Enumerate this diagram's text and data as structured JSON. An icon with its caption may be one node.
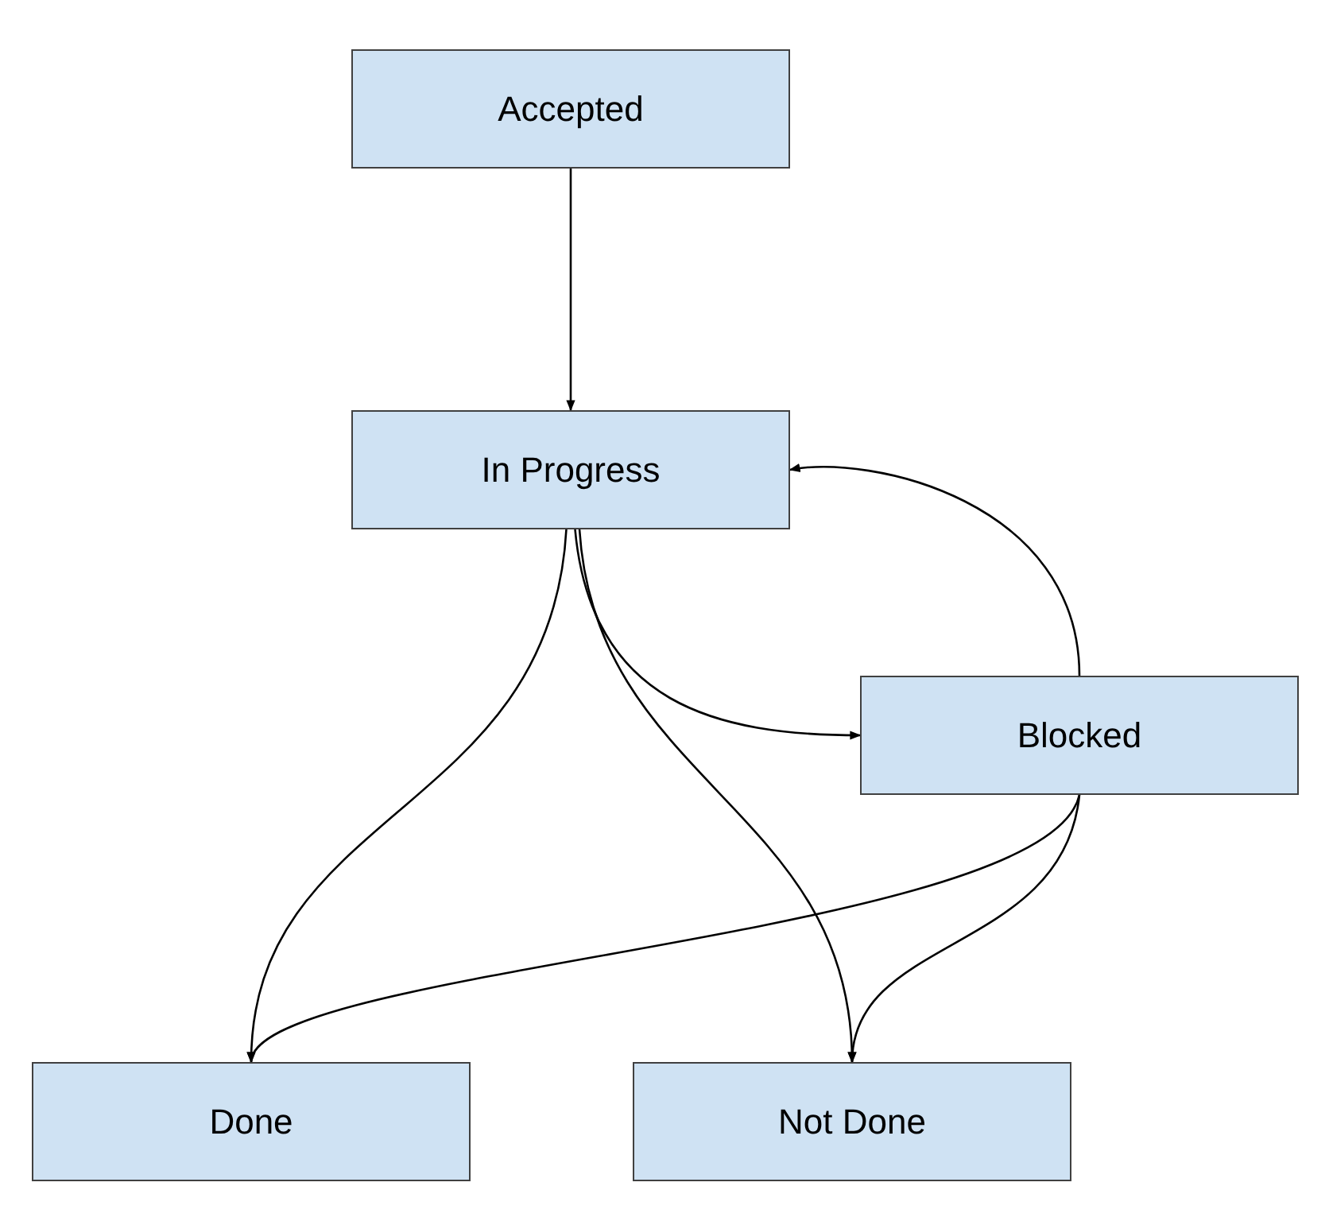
{
  "diagram": {
    "nodes": [
      {
        "text": [
          "Accepted"
        ]
      },
      {
        "text": [
          "In Progress"
        ]
      },
      {
        "text": [
          "Blocked"
        ]
      },
      {
        "text": [
          "Done"
        ]
      },
      {
        "text": [
          "Not Done"
        ]
      }
    ],
    "edges": [
      {
        "from": 0,
        "to": 1,
        "arrow": "to"
      },
      {
        "from": 1,
        "to": 2,
        "arrow": "to"
      },
      {
        "from": 2,
        "to": 1,
        "arrow": "to"
      },
      {
        "from": 1,
        "to": 3,
        "arrow": "to"
      },
      {
        "from": 1,
        "to": 4,
        "arrow": "to"
      },
      {
        "from": 2,
        "to": 3,
        "arrow": "to"
      },
      {
        "from": 2,
        "to": 4,
        "arrow": "to"
      }
    ]
  }
}
